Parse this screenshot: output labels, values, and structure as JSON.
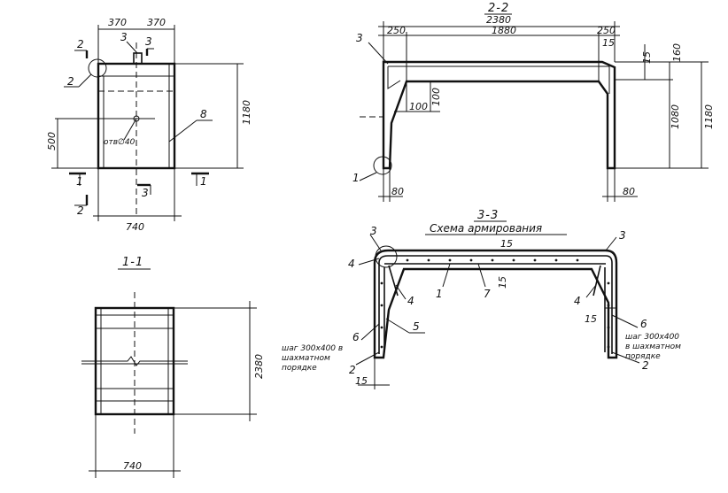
{
  "views": {
    "elevation": {
      "dim_top_left": "370",
      "dim_top_right": "370",
      "dim_height": "1180",
      "dim_left_offset": "500",
      "dim_width": "740",
      "hole_label": "отв∅40",
      "marks": {
        "m8": "8",
        "m3": "3",
        "m2": "2"
      },
      "section_3_top": "3",
      "section_3_bottom": "3",
      "section_1_left": "1",
      "section_1_right": "1",
      "section_2_top": "2",
      "section_2_bottom": "2"
    },
    "section_2_2": {
      "title": "2-2",
      "dim_total": "2380",
      "dim_left": "250",
      "dim_mid": "1880",
      "dim_right": "250",
      "dim_15a": "15",
      "dim_15b": "15",
      "dim_160": "160",
      "dim_1080": "1080",
      "dim_1180": "1180",
      "dim_100v": "100",
      "dim_100h": "100",
      "dim_80_left": "80",
      "dim_80_right": "80",
      "mark_3": "3",
      "mark_1": "1"
    },
    "section_1_1": {
      "title": "1-1",
      "dim_length": "2380",
      "dim_width": "740"
    },
    "section_3_3": {
      "title": "3-3",
      "subtitle": "Схема армирования",
      "marks": {
        "m3_left": "3",
        "m3_right": "3",
        "m4_a": "4",
        "m4_b": "4",
        "m4_c": "4",
        "m1": "1",
        "m7": "7",
        "m5": "5",
        "m6_left": "6",
        "m6_right": "6",
        "m2_left": "2",
        "m2_right": "2"
      },
      "dim_15_top": "15",
      "dim_15_mid": "15",
      "dim_15_right": "15",
      "dim_15_bottom": "15",
      "note_left": [
        "шаг 300х400 в",
        "шахматном",
        "порядке"
      ],
      "note_right": [
        "шаг 300х400",
        "в шахматном",
        "порядке"
      ]
    }
  }
}
